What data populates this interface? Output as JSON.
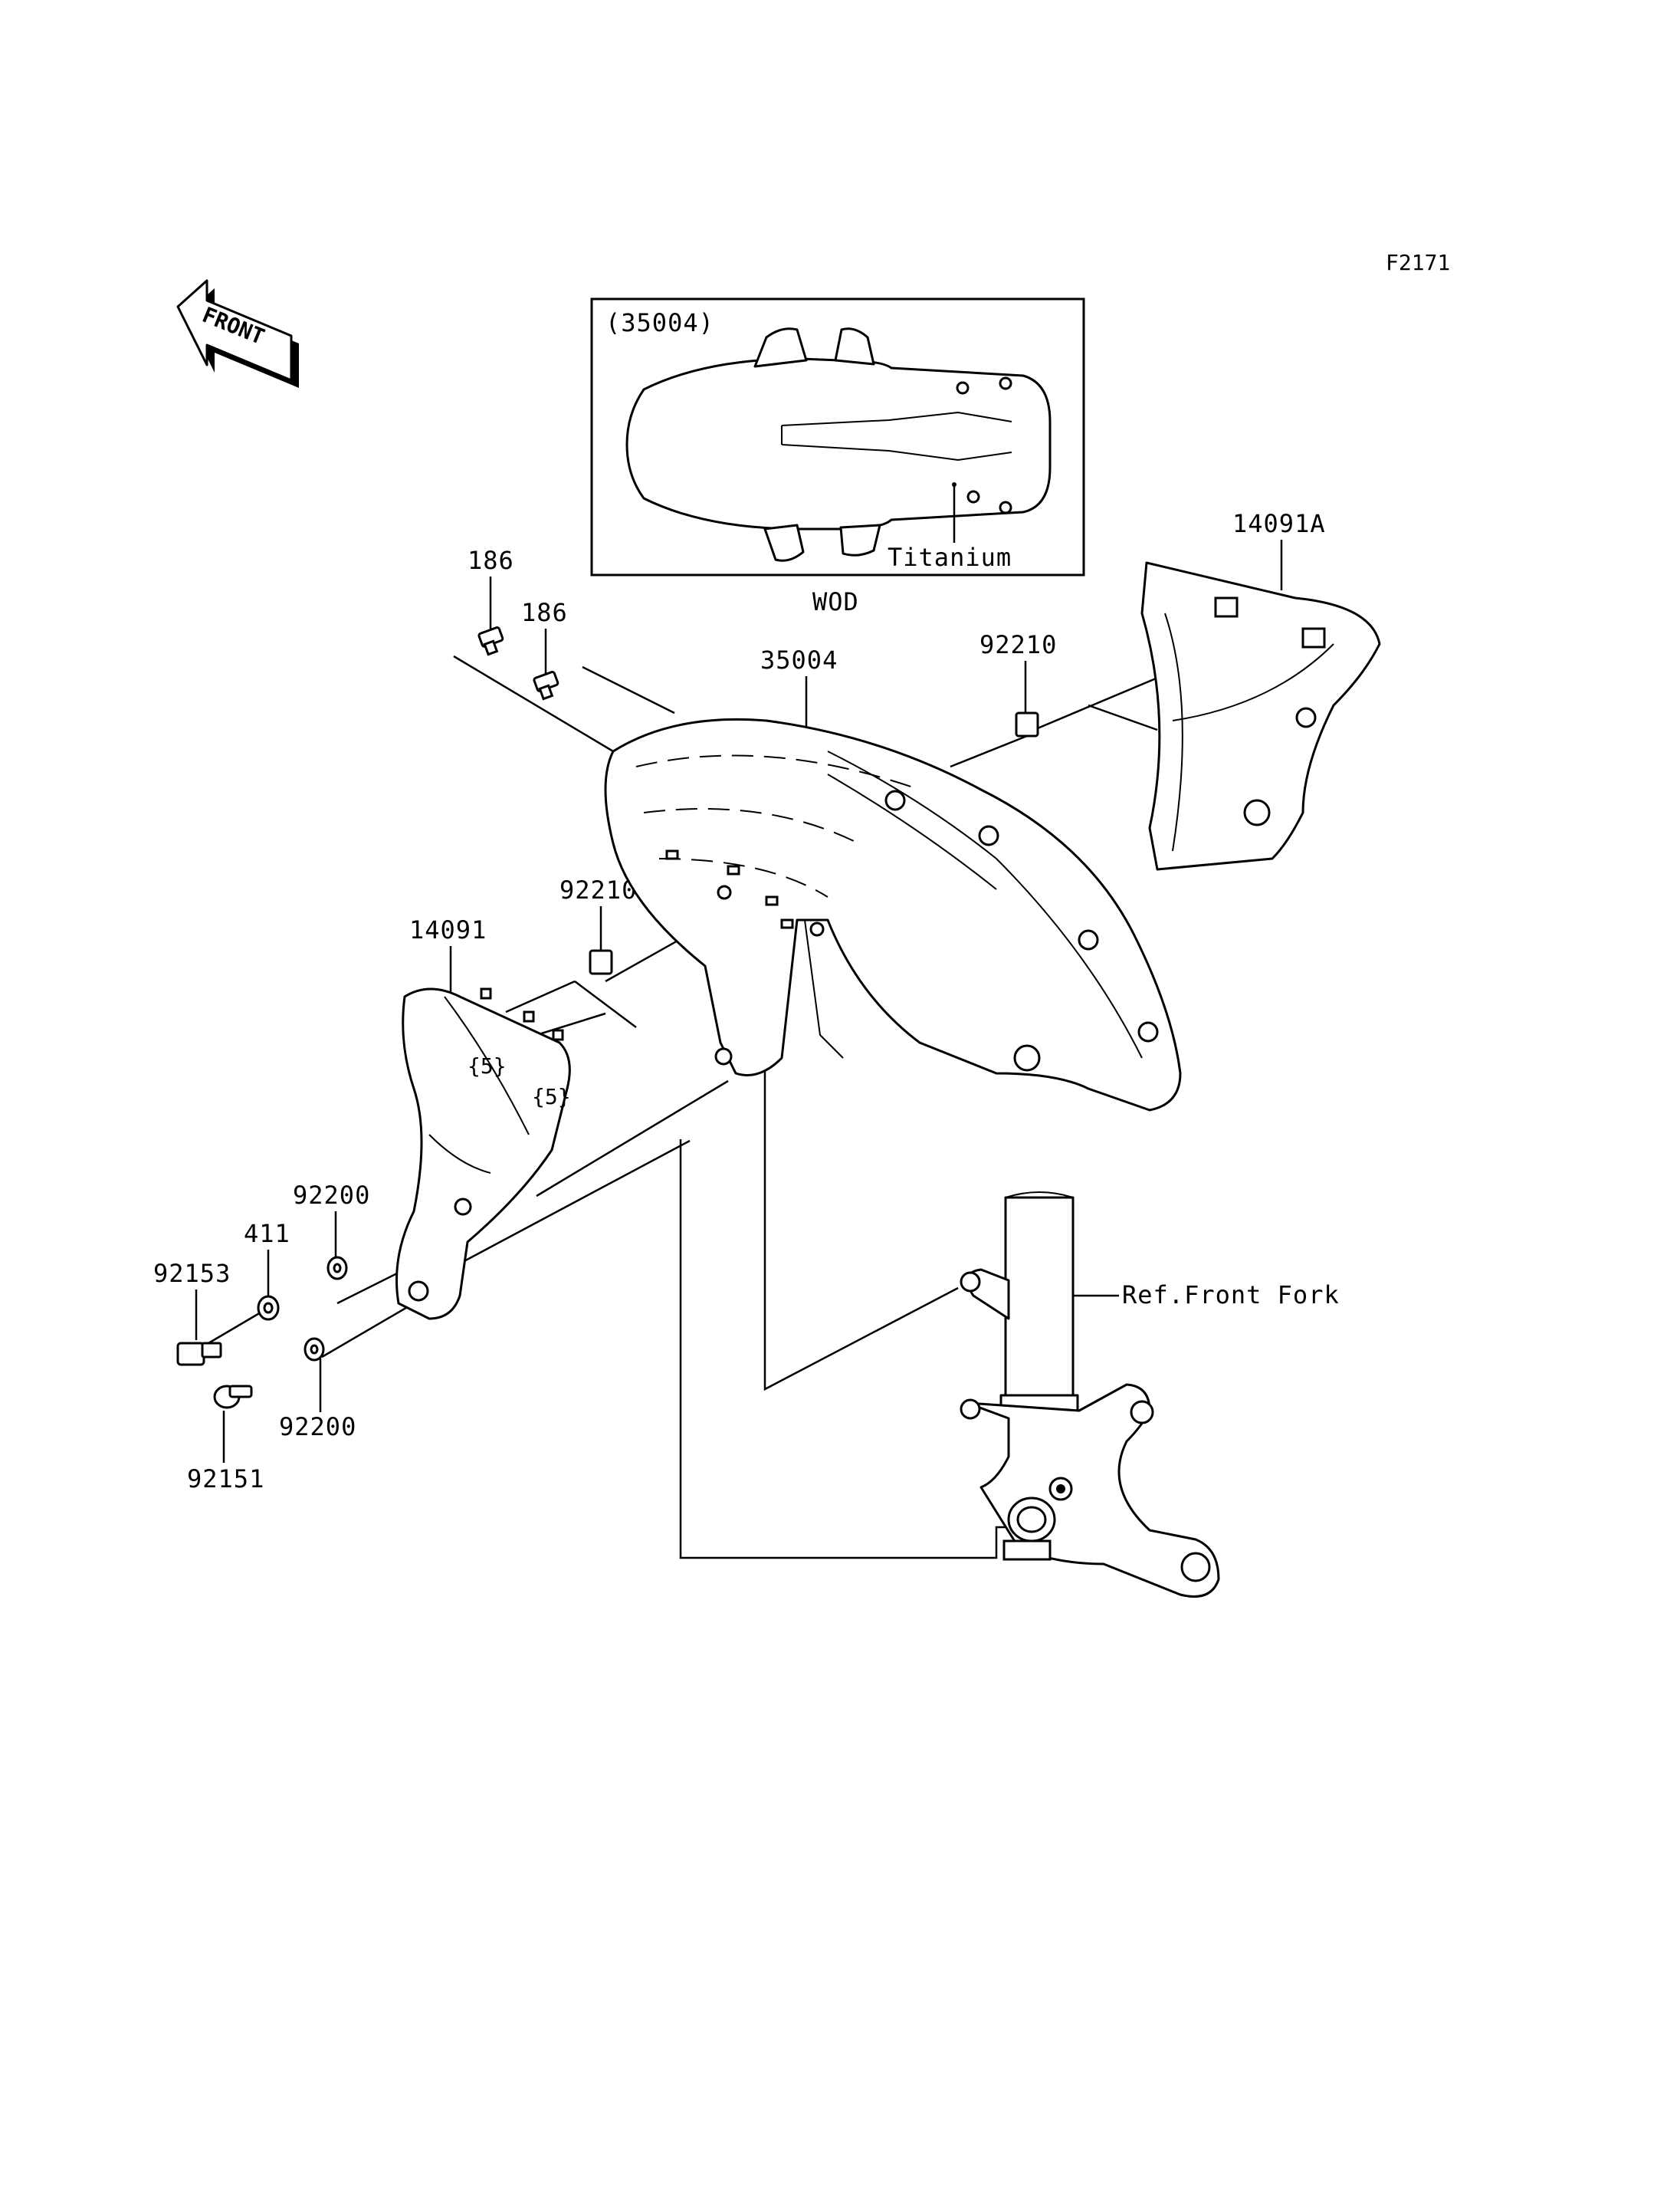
{
  "figure_code": "F2171",
  "direction_arrow_label": "FRONT",
  "inset": {
    "part_ref": "(35004)",
    "material_label": "Titanium",
    "model_label": "WOD"
  },
  "callouts": {
    "bolt_upper_left": "186",
    "bolt_upper_right": "186",
    "front_fender": "35004",
    "nut_right": "92210",
    "fender_cover_right": "14091A",
    "nut_left": "92210",
    "fender_cover_left": "14091",
    "washer_upper": "92200",
    "washer_small": "411",
    "bolt_stepped": "92153",
    "washer_lower": "92200",
    "bolt_lower": "92151",
    "front_fork_ref": "Ref.Front Fork"
  }
}
